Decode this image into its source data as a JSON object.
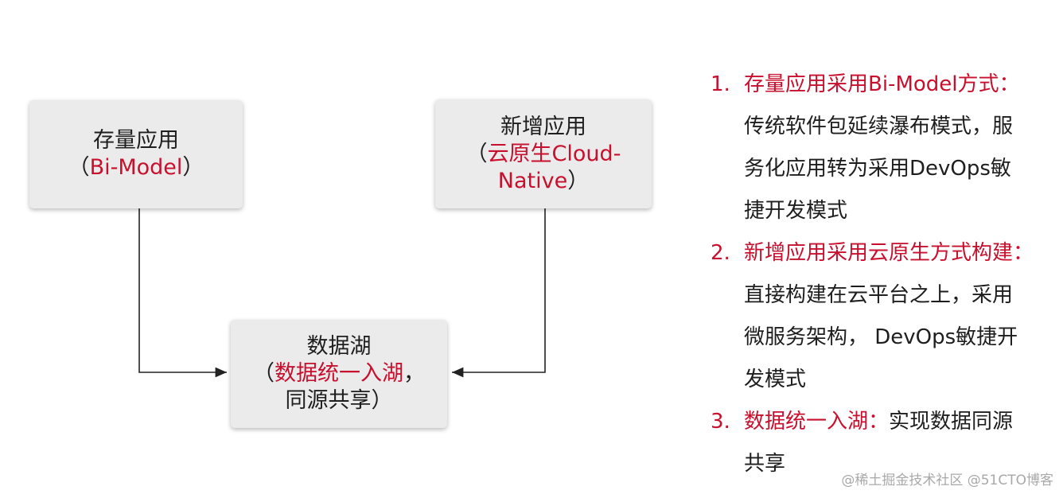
{
  "diagram": {
    "box_existing": {
      "line1": "存量应用",
      "open": "（",
      "red": "Bi-Model",
      "close": "）"
    },
    "box_new": {
      "line1": "新增应用",
      "open": "（",
      "red_a": "云原生Cloud-",
      "red_b": "Native",
      "close": "）"
    },
    "box_lake": {
      "line1": "数据湖",
      "open": "（",
      "red": "数据统一入湖",
      "sep": "，",
      "line3": "同源共享）"
    }
  },
  "list": {
    "items": [
      {
        "number": "1.",
        "title": "存量应用采用Bi-Model方式：",
        "lines": [
          "传统软件包延续瀑布模式，服",
          "务化应用转为采用DevOps敏",
          "捷开发模式"
        ]
      },
      {
        "number": "2.",
        "title": "新增应用采用云原生方式构建：",
        "lines": [
          "直接构建在云平台之上，采用",
          "微服务架构， DevOps敏捷开",
          "发模式"
        ]
      },
      {
        "number": "3.",
        "title": "数据统一入湖：",
        "inline": "实现数据同源",
        "lines": [
          "共享"
        ]
      }
    ]
  },
  "watermark": "@稀土掘金技术社区 @51CTO博客"
}
